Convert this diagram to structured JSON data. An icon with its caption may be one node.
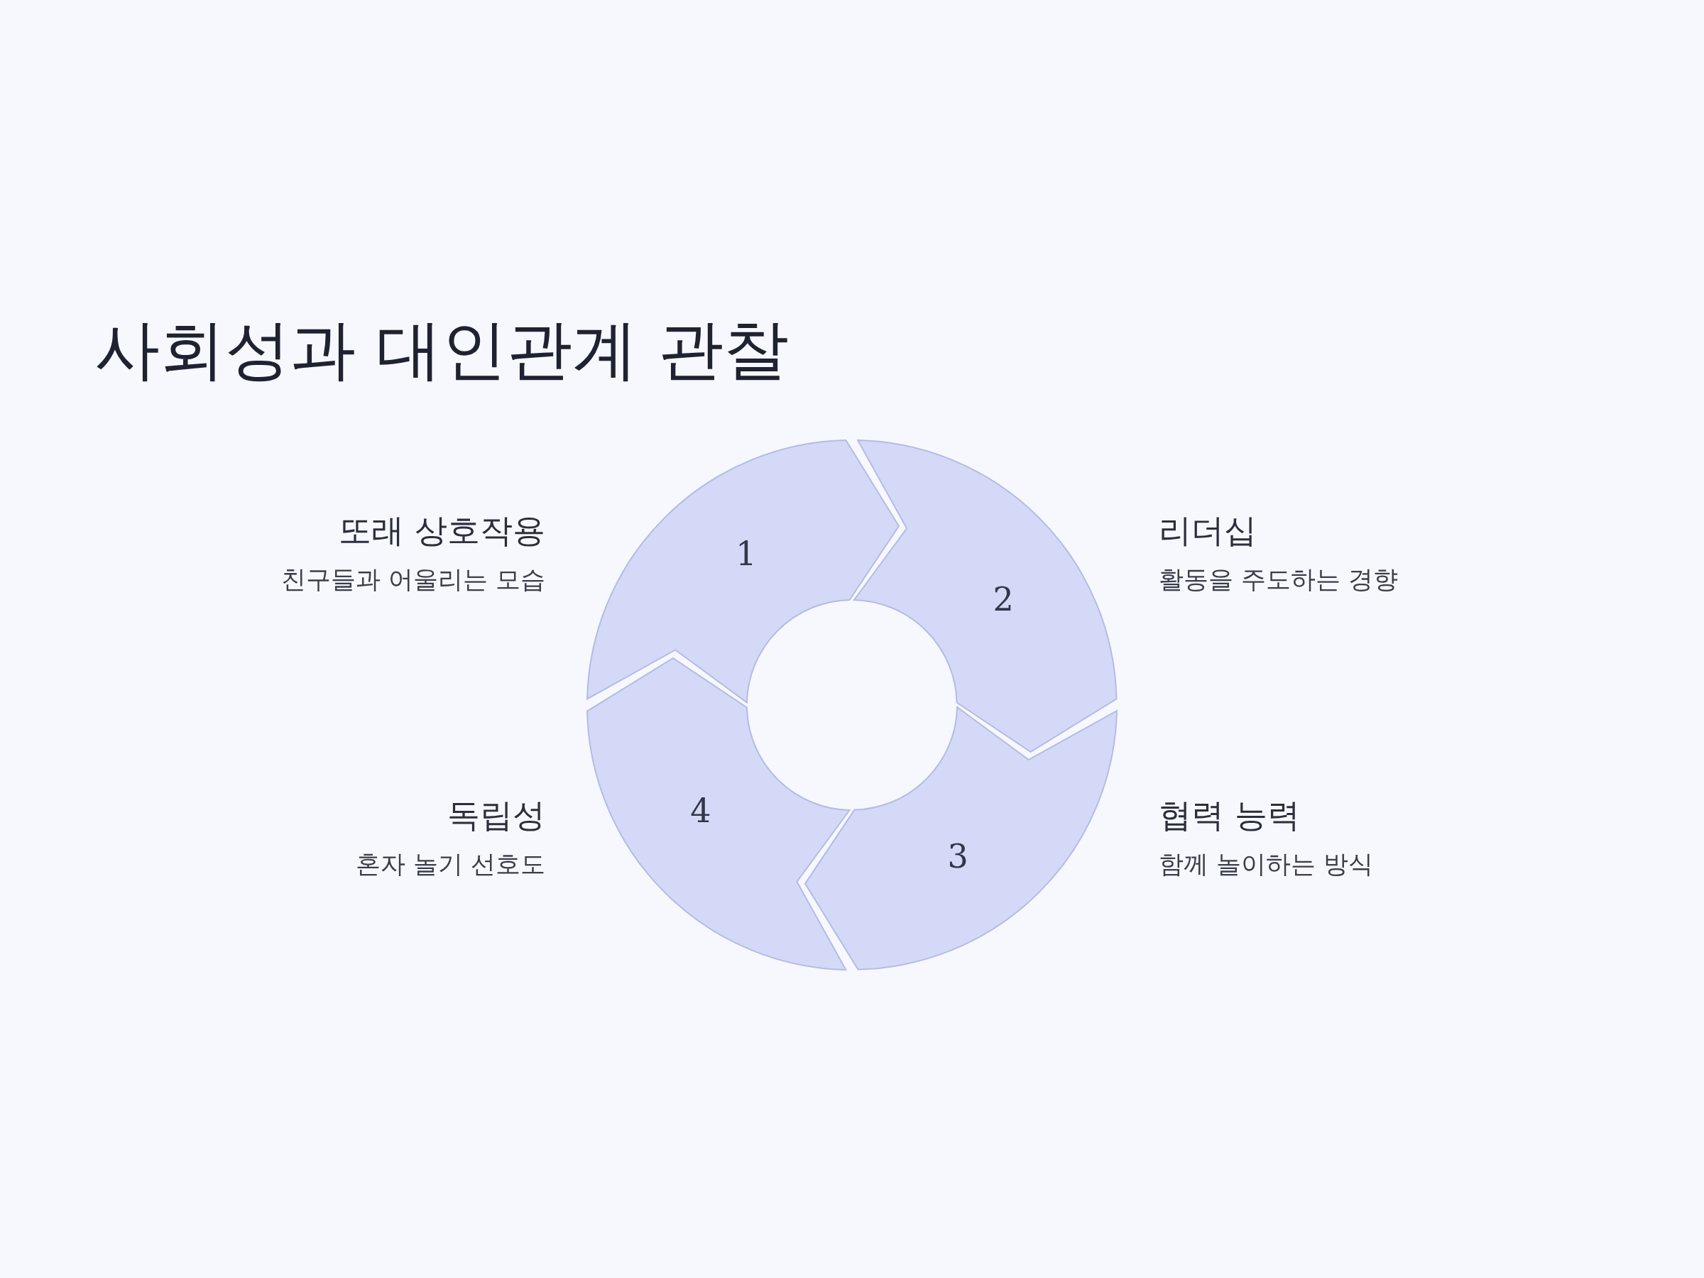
{
  "diagram": {
    "title": "사회성과 대인관계 관찰",
    "nodes": [
      {
        "text": [
          "1"
        ],
        "beside": [
          "또래 상호작용",
          "친구들과 어울리는 모습"
        ]
      },
      {
        "text": [
          "2"
        ],
        "beside": [
          "리더십",
          "활동을 주도하는 경향"
        ]
      },
      {
        "text": [
          "3"
        ],
        "beside": [
          "협력 능력",
          "함께 놀이하는 방식"
        ]
      },
      {
        "text": [
          "4"
        ],
        "beside": [
          "독립성",
          "혼자 놀기 선호도"
        ]
      }
    ]
  }
}
